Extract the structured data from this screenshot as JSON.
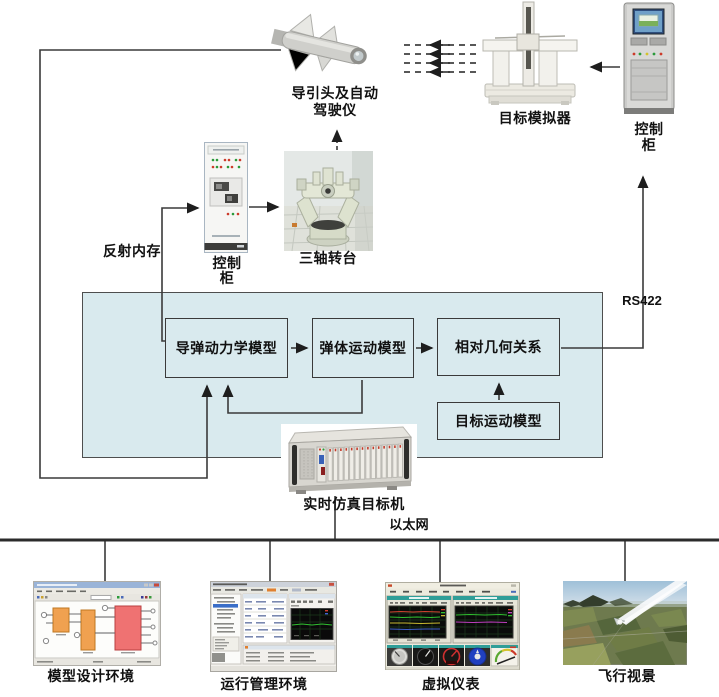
{
  "labels": {
    "seeker_line1": "导引头及自动",
    "seeker_line2": "驾驶仪",
    "target_simulator": "目标模拟器",
    "control_cabinet_top_line1": "控制",
    "control_cabinet_top_line2": "柜",
    "control_cabinet_mid_line1": "控制",
    "control_cabinet_mid_line2": "柜",
    "turntable": "三轴转台",
    "reflective_memory": "反射内存",
    "rs422": "RS422",
    "realtime_target": "实时仿真目标机",
    "ethernet": "以太网"
  },
  "model_boxes": {
    "missile_dynamics": "导弹动力学模型",
    "body_motion": "弹体运动模型",
    "relative_geometry": "相对几何关系",
    "target_motion": "目标运动模型"
  },
  "stations": [
    {
      "label": "模型设计环境"
    },
    {
      "label": "运行管理环境"
    },
    {
      "label": "虚拟仪表"
    },
    {
      "label": "飞行视景"
    }
  ],
  "colors": {
    "sim_box_fill": "#d9eaee",
    "sim_box_border": "#4e4e4e",
    "connector_line": "#3a3a3a",
    "ethernet_bus": "#2b2b2b",
    "text": "#111111"
  }
}
